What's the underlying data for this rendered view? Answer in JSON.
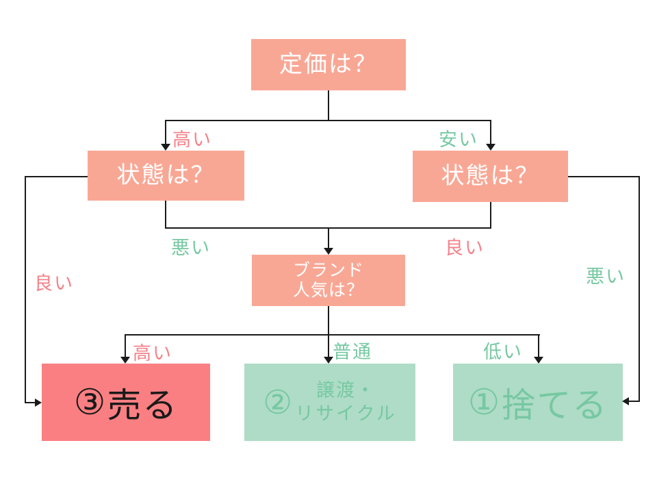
{
  "nodes": {
    "price": {
      "label": "定価は？"
    },
    "condition_left": {
      "label": "状態は？"
    },
    "condition_right": {
      "label": "状態は？"
    },
    "brand_popularity": {
      "label_line1": "ブランド",
      "label_line2": "人気は？"
    },
    "result_sell": {
      "prefix": "③",
      "label": "売る"
    },
    "result_transfer": {
      "prefix": "②",
      "label_line1": "譲渡・",
      "label_line2": "リサイクル"
    },
    "result_discard": {
      "prefix": "①",
      "label": "捨てる"
    }
  },
  "edge_labels": {
    "price_high": "高い",
    "price_low": "安い",
    "left_condition_bad": "悪い",
    "right_condition_good": "良い",
    "left_condition_good": "良い",
    "right_condition_bad": "悪い",
    "brand_high": "高い",
    "brand_normal": "普通",
    "brand_low": "低い"
  },
  "colors": {
    "question_box": "#F9A795",
    "sell_box": "#FA7F82",
    "green_box": "#AFDCC6",
    "pink_label": "#F4828A",
    "green_label": "#76C8A2",
    "line": "#1a1a1a",
    "question_text": "#ffffff",
    "result_text": "#1a1a1a"
  }
}
